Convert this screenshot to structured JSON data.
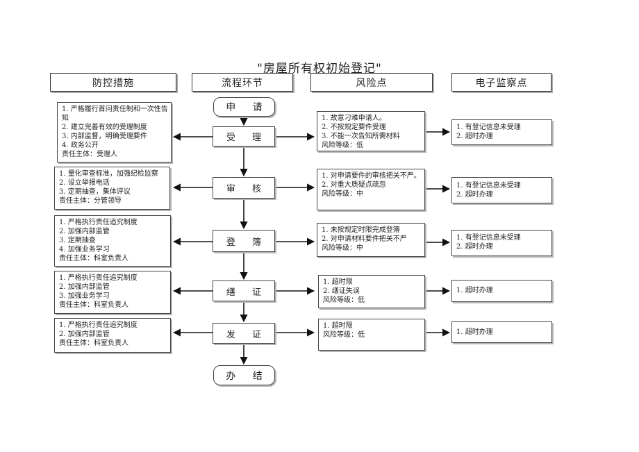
{
  "title": "\"房屋所有权初始登记\"",
  "headers": {
    "measures": "防控措施",
    "process": "流程环节",
    "risk": "风险点",
    "monitor": "电子监察点"
  },
  "steps": {
    "start": "申 请",
    "accept": "受 理",
    "review": "审 核",
    "register": "登 簿",
    "make_cert": "缮 证",
    "issue_cert": "发 证",
    "end": "办 结"
  },
  "measures": [
    {
      "lines": [
        "1. 严格履行首问责任制和一次性告",
        "知",
        "2. 建立完善有效的受理制度",
        "3. 内部监督，明确受理要件",
        "4. 政务公开",
        "责任主体：受理人"
      ]
    },
    {
      "lines": [
        "1. 量化审查标准，加强纪检监察",
        "2. 设立举报电话",
        "3. 定期抽查，集体评议",
        "责任主体：分管领导"
      ]
    },
    {
      "lines": [
        "1. 严格执行责任追究制度",
        "2. 加强内部监管",
        "3. 定期抽查",
        "4. 加强业务学习",
        "责任主体：科室负责人"
      ]
    },
    {
      "lines": [
        "1. 严格执行责任追究制度",
        "2. 加强内部监管",
        "3. 加强业务学习",
        "责任主体：科室负责人"
      ]
    },
    {
      "lines": [
        "1. 严格执行责任追究制度",
        "2. 加强内部监管",
        "责任主体：科室负责人"
      ]
    }
  ],
  "risks": [
    {
      "lines": [
        "1. 故意刁难申请人。",
        "2. 不按规定要件受理",
        "3. 不能一次告知所需材料",
        "风险等级：低"
      ]
    },
    {
      "lines": [
        "1. 对申请要件的审核把关不严。",
        "2. 对重大质疑点疏忽",
        "风险等级：中"
      ]
    },
    {
      "lines": [
        "1. 未按规定时限完成登簿",
        "2. 对申请材料要件把关不严",
        "风险等级：中"
      ]
    },
    {
      "lines": [
        "1. 超时限",
        "2. 缮证失误",
        "风险等级：低"
      ]
    },
    {
      "lines": [
        "1. 超时限",
        "风险等级：低"
      ]
    }
  ],
  "monitors": [
    {
      "lines": [
        "1. 有登记信息未受理",
        "2. 超时办理"
      ]
    },
    {
      "lines": [
        "1. 有登记信息未受理",
        "2. 超时办理"
      ]
    },
    {
      "lines": [
        "1. 有登记信息未受理",
        "2. 超时办理"
      ]
    },
    {
      "lines": [
        "1. 超时办理"
      ]
    },
    {
      "lines": [
        "1. 超时办理"
      ]
    }
  ]
}
